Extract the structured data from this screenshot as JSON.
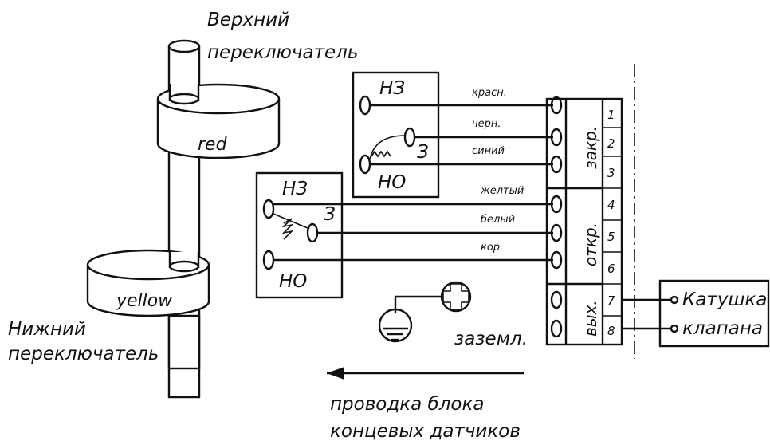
{
  "upper_switch": {
    "label_line1": "Верхний",
    "label_line2": "переключатель",
    "cam_label": "red"
  },
  "lower_switch": {
    "label_line1": "Нижний",
    "label_line2": "переключатель",
    "cam_label": "yellow"
  },
  "switch_upper_box": {
    "nc": "НЗ",
    "common": "З",
    "no": "НО"
  },
  "switch_lower_box": {
    "nc": "НЗ",
    "common": "З",
    "no": "НО"
  },
  "wires": [
    "красн.",
    "черн.",
    "синий",
    "желтый",
    "белый",
    "кор."
  ],
  "terminal_block": {
    "numbers": [
      "1",
      "2",
      "3",
      "4",
      "5",
      "6",
      "7",
      "8"
    ],
    "groups": [
      "закр.",
      "откр.",
      "вых."
    ]
  },
  "ground_label": "заземл.",
  "coil": {
    "line1": "Катушка",
    "line2": "клапана"
  },
  "caption": {
    "line1": "проводка блока",
    "line2": "концевых датчиков"
  }
}
